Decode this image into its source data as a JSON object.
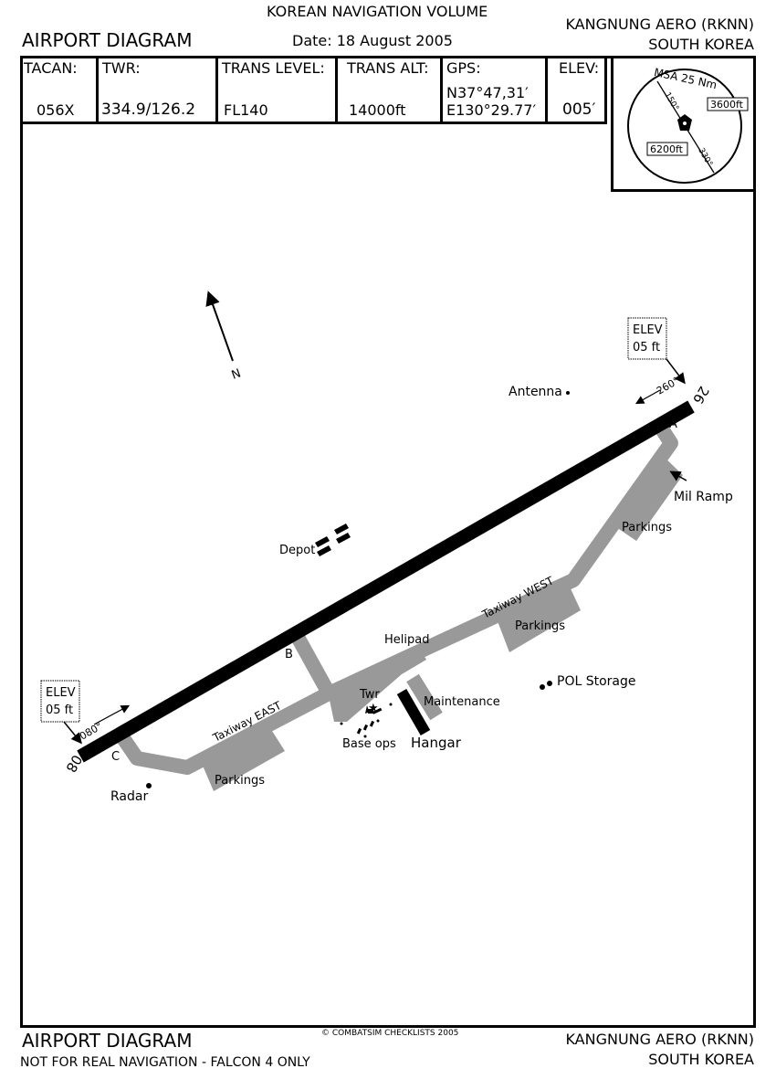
{
  "header": {
    "volume": "KOREAN NAVIGATION VOLUME",
    "title": "AIRPORT DIAGRAM",
    "date": "Date: 18 August 2005",
    "airport": "KANGNUNG AERO (RKNN)",
    "country": "SOUTH KOREA"
  },
  "info": {
    "tacan_label": "TACAN:",
    "tacan": "056X",
    "twr_label": "TWR:",
    "twr": "334.9/126.2",
    "trans_level_label": "TRANS LEVEL:",
    "trans_level": "FL140",
    "trans_alt_label": "TRANS ALT:",
    "trans_alt": "14000ft",
    "gps_label": "GPS:",
    "gps_lat": "N37°47,31′",
    "gps_lon": "E130°29.77′",
    "elev_label": "ELEV:",
    "elev": "005′"
  },
  "msa": {
    "title": "MSA 25 Nm",
    "bearing1": "150°",
    "bearing2": "330°",
    "alt_east": "3600ft",
    "alt_west": "6200ft"
  },
  "diagram": {
    "north": "N",
    "rwy_08": "08",
    "rwy_26": "26",
    "hdg_080": "080°",
    "hdg_260": "260°",
    "elev_box_label": "ELEV",
    "elev_box_value": "05 ft",
    "taxiway_a": "A",
    "taxiway_b": "B",
    "taxiway_c": "C",
    "taxiway_east": "Taxiway EAST",
    "taxiway_west": "Taxiway WEST",
    "parkings": "Parkings",
    "antenna": "Antenna",
    "mil_ramp": "Mil Ramp",
    "depot": "Depot",
    "helipad": "Helipad",
    "twr": "Twr",
    "maintenance": "Maintenance",
    "base_ops": "Base ops",
    "hangar": "Hangar",
    "pol": "POL Storage",
    "radar": "Radar"
  },
  "footer": {
    "title": "AIRPORT DIAGRAM",
    "disclaimer": "NOT FOR REAL NAVIGATION - FALCON 4 ONLY",
    "copyright": "© COMBATSIM CHECKLISTS 2005",
    "airport": "KANGNUNG AERO (RKNN)",
    "country": "SOUTH KOREA"
  },
  "colors": {
    "taxiway": "#999999",
    "runway": "#000000"
  }
}
